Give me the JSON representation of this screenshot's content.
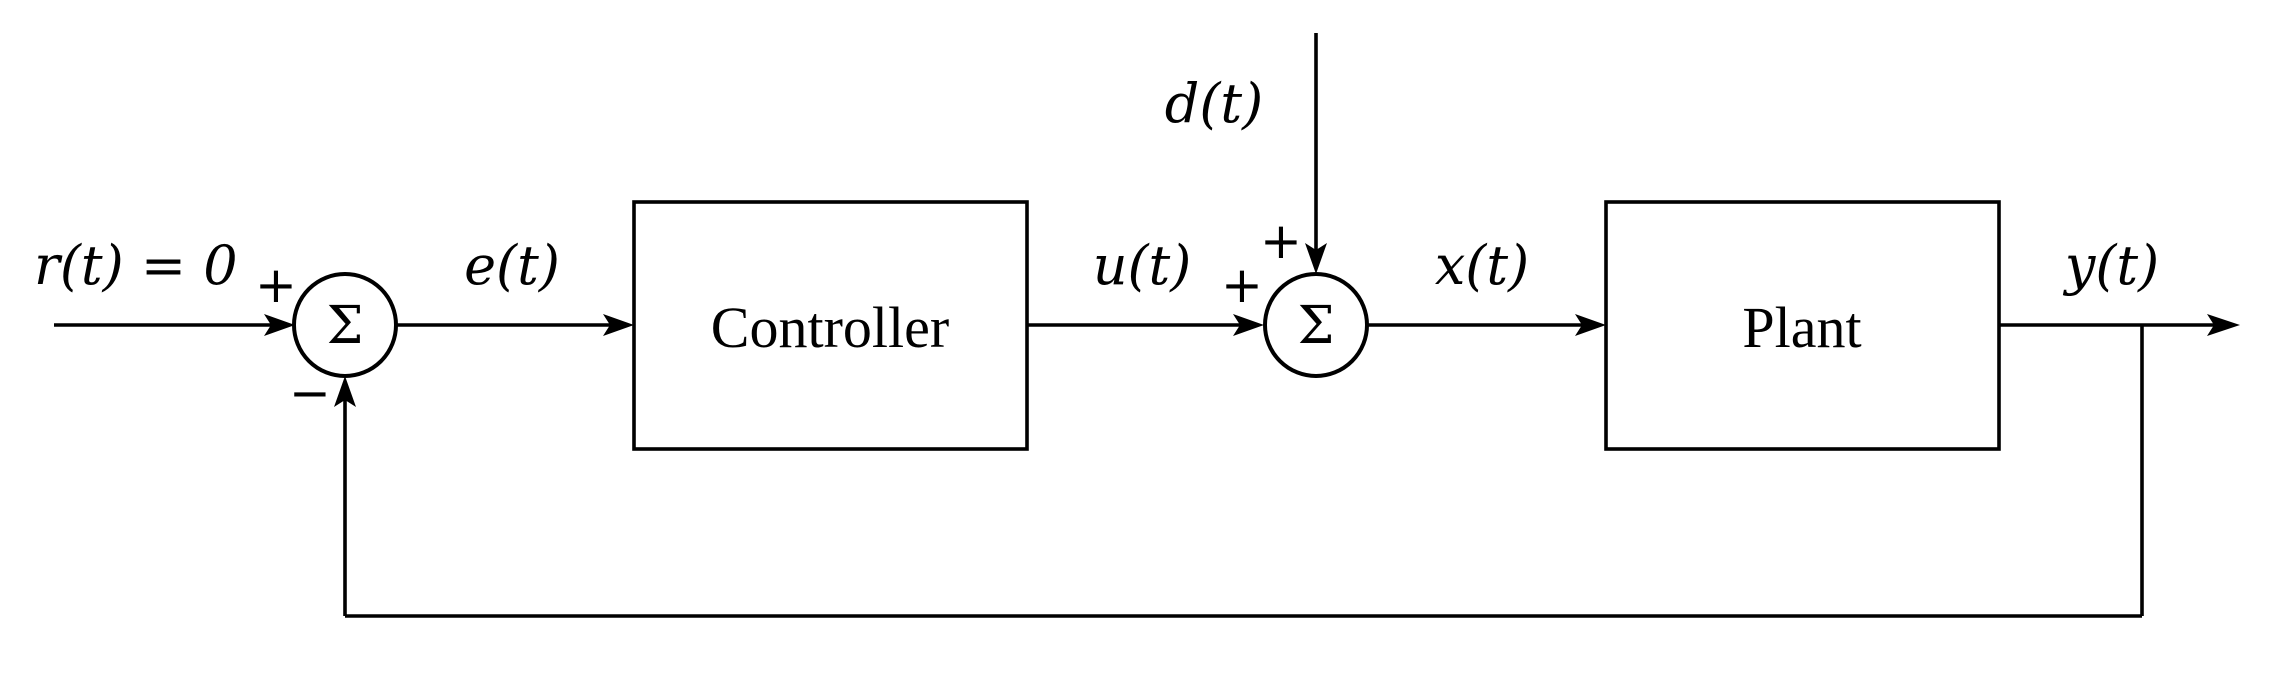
{
  "signals": {
    "reference": "r(t) = 0",
    "error": "e(t)",
    "control": "u(t)",
    "disturbance": "d(t)",
    "plant_input": "x(t)",
    "output": "y(t)"
  },
  "blocks": {
    "controller": "Controller",
    "plant": "Plant"
  },
  "summing_junctions": {
    "symbol": "Σ",
    "first": {
      "reference_sign": "+",
      "feedback_sign": "−"
    },
    "second": {
      "control_sign": "+",
      "disturbance_sign": "+"
    }
  }
}
